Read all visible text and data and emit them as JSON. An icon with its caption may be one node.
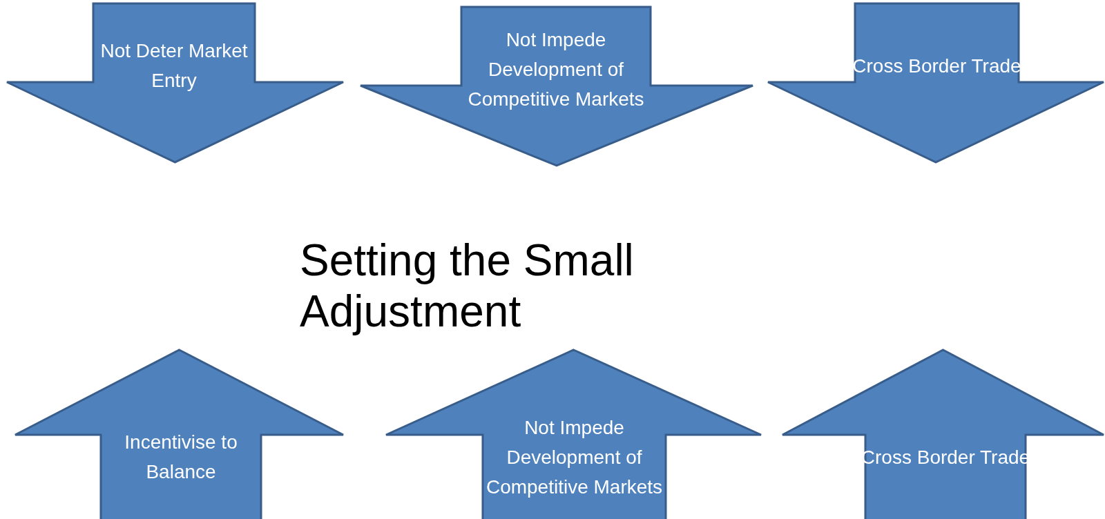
{
  "diagram": {
    "title": "Setting the Small Adjustment",
    "nodes": [
      {
        "text": [
          "Not Deter Market Entry"
        ]
      },
      {
        "text": [
          "Not Impede Development of Competitive Markets"
        ]
      },
      {
        "text": [
          "Cross Border Trade"
        ]
      },
      {
        "text": [
          "Incentivise to Balance"
        ]
      },
      {
        "text": [
          "Not Impede Development of Competitive Markets"
        ]
      },
      {
        "text": [
          "Cross Border Trade"
        ]
      }
    ]
  }
}
